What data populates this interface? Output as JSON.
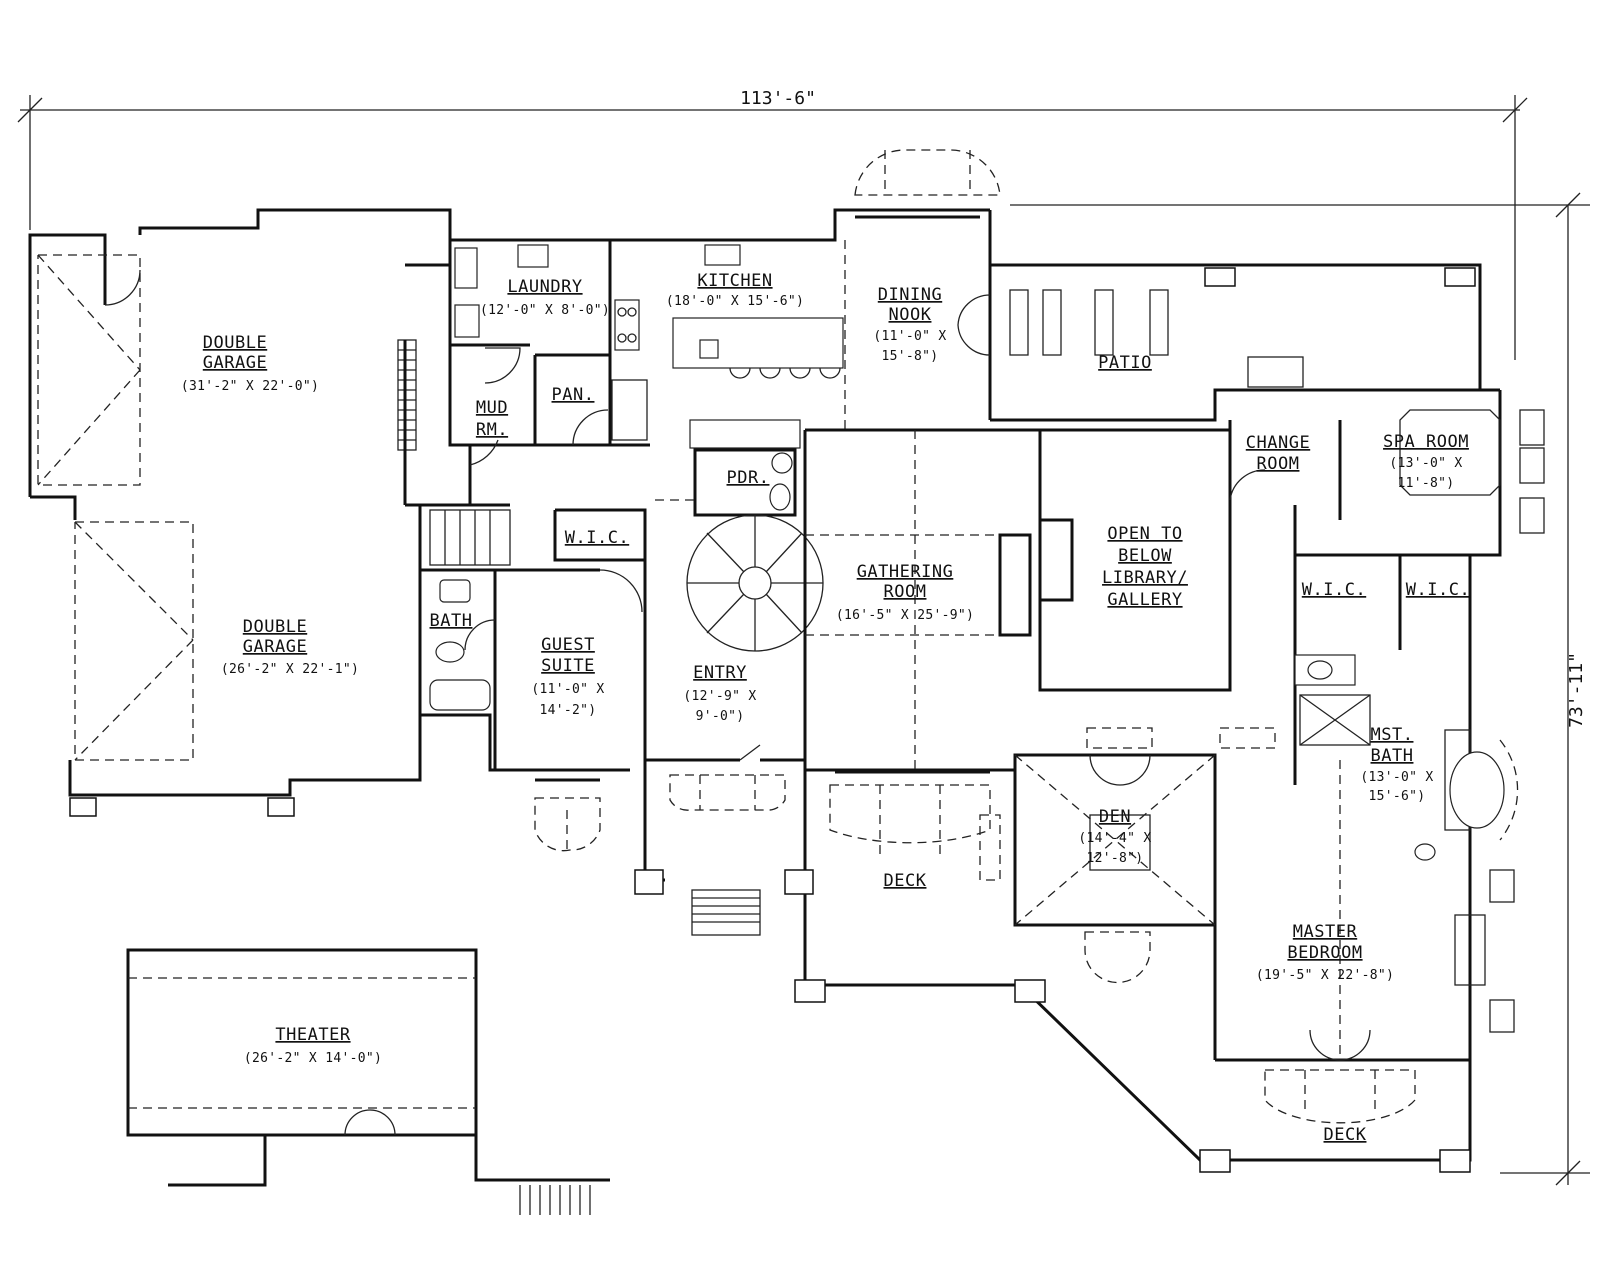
{
  "dimensions": {
    "overall_width": "113'-6\"",
    "overall_depth": "73'-11\""
  },
  "rooms": {
    "double_garage_1": {
      "name": [
        "DOUBLE",
        "GARAGE"
      ],
      "size": "(31'-2\" X 22'-0\")"
    },
    "double_garage_2": {
      "name": [
        "DOUBLE",
        "GARAGE"
      ],
      "size": "(26'-2\" X 22'-1\")"
    },
    "laundry": {
      "name": [
        "LAUNDRY"
      ],
      "size": "(12'-0\" X 8'-0\")"
    },
    "kitchen": {
      "name": [
        "KITCHEN"
      ],
      "size": "(18'-0\" X 15'-6\")"
    },
    "dining_nook": {
      "name": [
        "DINING",
        "NOOK"
      ],
      "size": [
        "(11'-0\" X",
        "15'-8\")"
      ]
    },
    "patio": {
      "name": [
        "PATIO"
      ]
    },
    "mud_room": {
      "name": [
        "MUD",
        "RM."
      ]
    },
    "pantry": {
      "name": [
        "PAN."
      ]
    },
    "powder": {
      "name": [
        "PDR."
      ]
    },
    "change_room": {
      "name": [
        "CHANGE",
        "ROOM"
      ]
    },
    "spa_room": {
      "name": [
        "SPA ROOM"
      ],
      "size": [
        "(13'-0\" X",
        "11'-8\")"
      ]
    },
    "wic_guest": {
      "name": [
        "W.I.C."
      ]
    },
    "wic_master_1": {
      "name": [
        "W.I.C."
      ]
    },
    "wic_master_2": {
      "name": [
        "W.I.C."
      ]
    },
    "open_to_below": {
      "name": [
        "OPEN TO",
        "BELOW",
        "LIBRARY/",
        "GALLERY"
      ]
    },
    "gathering_room": {
      "name": [
        "GATHERING",
        "ROOM"
      ],
      "size": "(16'-5\" X 25'-9\")"
    },
    "bath": {
      "name": [
        "BATH"
      ]
    },
    "guest_suite": {
      "name": [
        "GUEST",
        "SUITE"
      ],
      "size": [
        "(11'-0\" X",
        "14'-2\")"
      ]
    },
    "entry": {
      "name": [
        "ENTRY"
      ],
      "size": [
        "(12'-9\" X",
        "9'-0\")"
      ]
    },
    "master_bath": {
      "name": [
        "MST.",
        "BATH"
      ],
      "size": [
        "(13'-0\" X",
        "15'-6\")"
      ]
    },
    "den": {
      "name": [
        "DEN"
      ],
      "size": [
        "(14'-4\" X",
        "12'-8\")"
      ]
    },
    "deck_front": {
      "name": [
        "DECK"
      ]
    },
    "deck_master": {
      "name": [
        "DECK"
      ]
    },
    "master_bedroom": {
      "name": [
        "MASTER",
        "BEDROOM"
      ],
      "size": "(19'-5\" X 22'-8\")"
    },
    "theater": {
      "name": [
        "THEATER"
      ],
      "size": "(26'-2\" X 14'-0\")"
    }
  }
}
